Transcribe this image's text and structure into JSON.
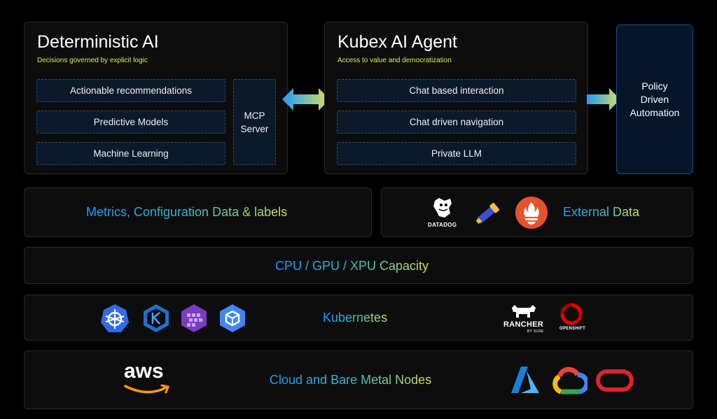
{
  "deterministic": {
    "title": "Deterministic AI",
    "subtitle": "Decisions governed by explicit logic",
    "items": [
      "Actionable recommendations",
      "Predictive Models",
      "Machine Learning"
    ],
    "mcp": "MCP\nServer"
  },
  "agent": {
    "title": "Kubex AI Agent",
    "subtitle": "Access to value and democratization",
    "items": [
      "Chat based interaction",
      "Chat driven navigation",
      "Private LLM"
    ]
  },
  "policy": {
    "label": "Policy\nDriven\nAutomation"
  },
  "metrics": {
    "label": "Metrics, Configuration Data & labels"
  },
  "external": {
    "label": "External Data",
    "logos": [
      "datadog-logo",
      "telescope-logo",
      "prometheus-logo"
    ],
    "datadog_text": "DATADOG"
  },
  "capacity": {
    "label": "CPU / GPU / XPU Capacity"
  },
  "kubernetes": {
    "label": "Kubernetes",
    "logos": [
      "kubernetes-logo",
      "eks-logo",
      "aks-logo",
      "gke-logo",
      "rancher-logo",
      "openshift-logo"
    ],
    "rancher_text": "RANCHER",
    "rancher_sub": "BY SUSE",
    "openshift_text": "OPENSHIFT"
  },
  "cloud": {
    "label": "Cloud and Bare Metal Nodes",
    "aws_text": "aws",
    "logos": [
      "aws-logo",
      "azure-logo",
      "gcp-logo",
      "oracle-logo"
    ]
  },
  "colors": {
    "accent_blue": "#1e9bff",
    "accent_yellow": "#d8e35a",
    "box_border": "#1e4f80"
  }
}
